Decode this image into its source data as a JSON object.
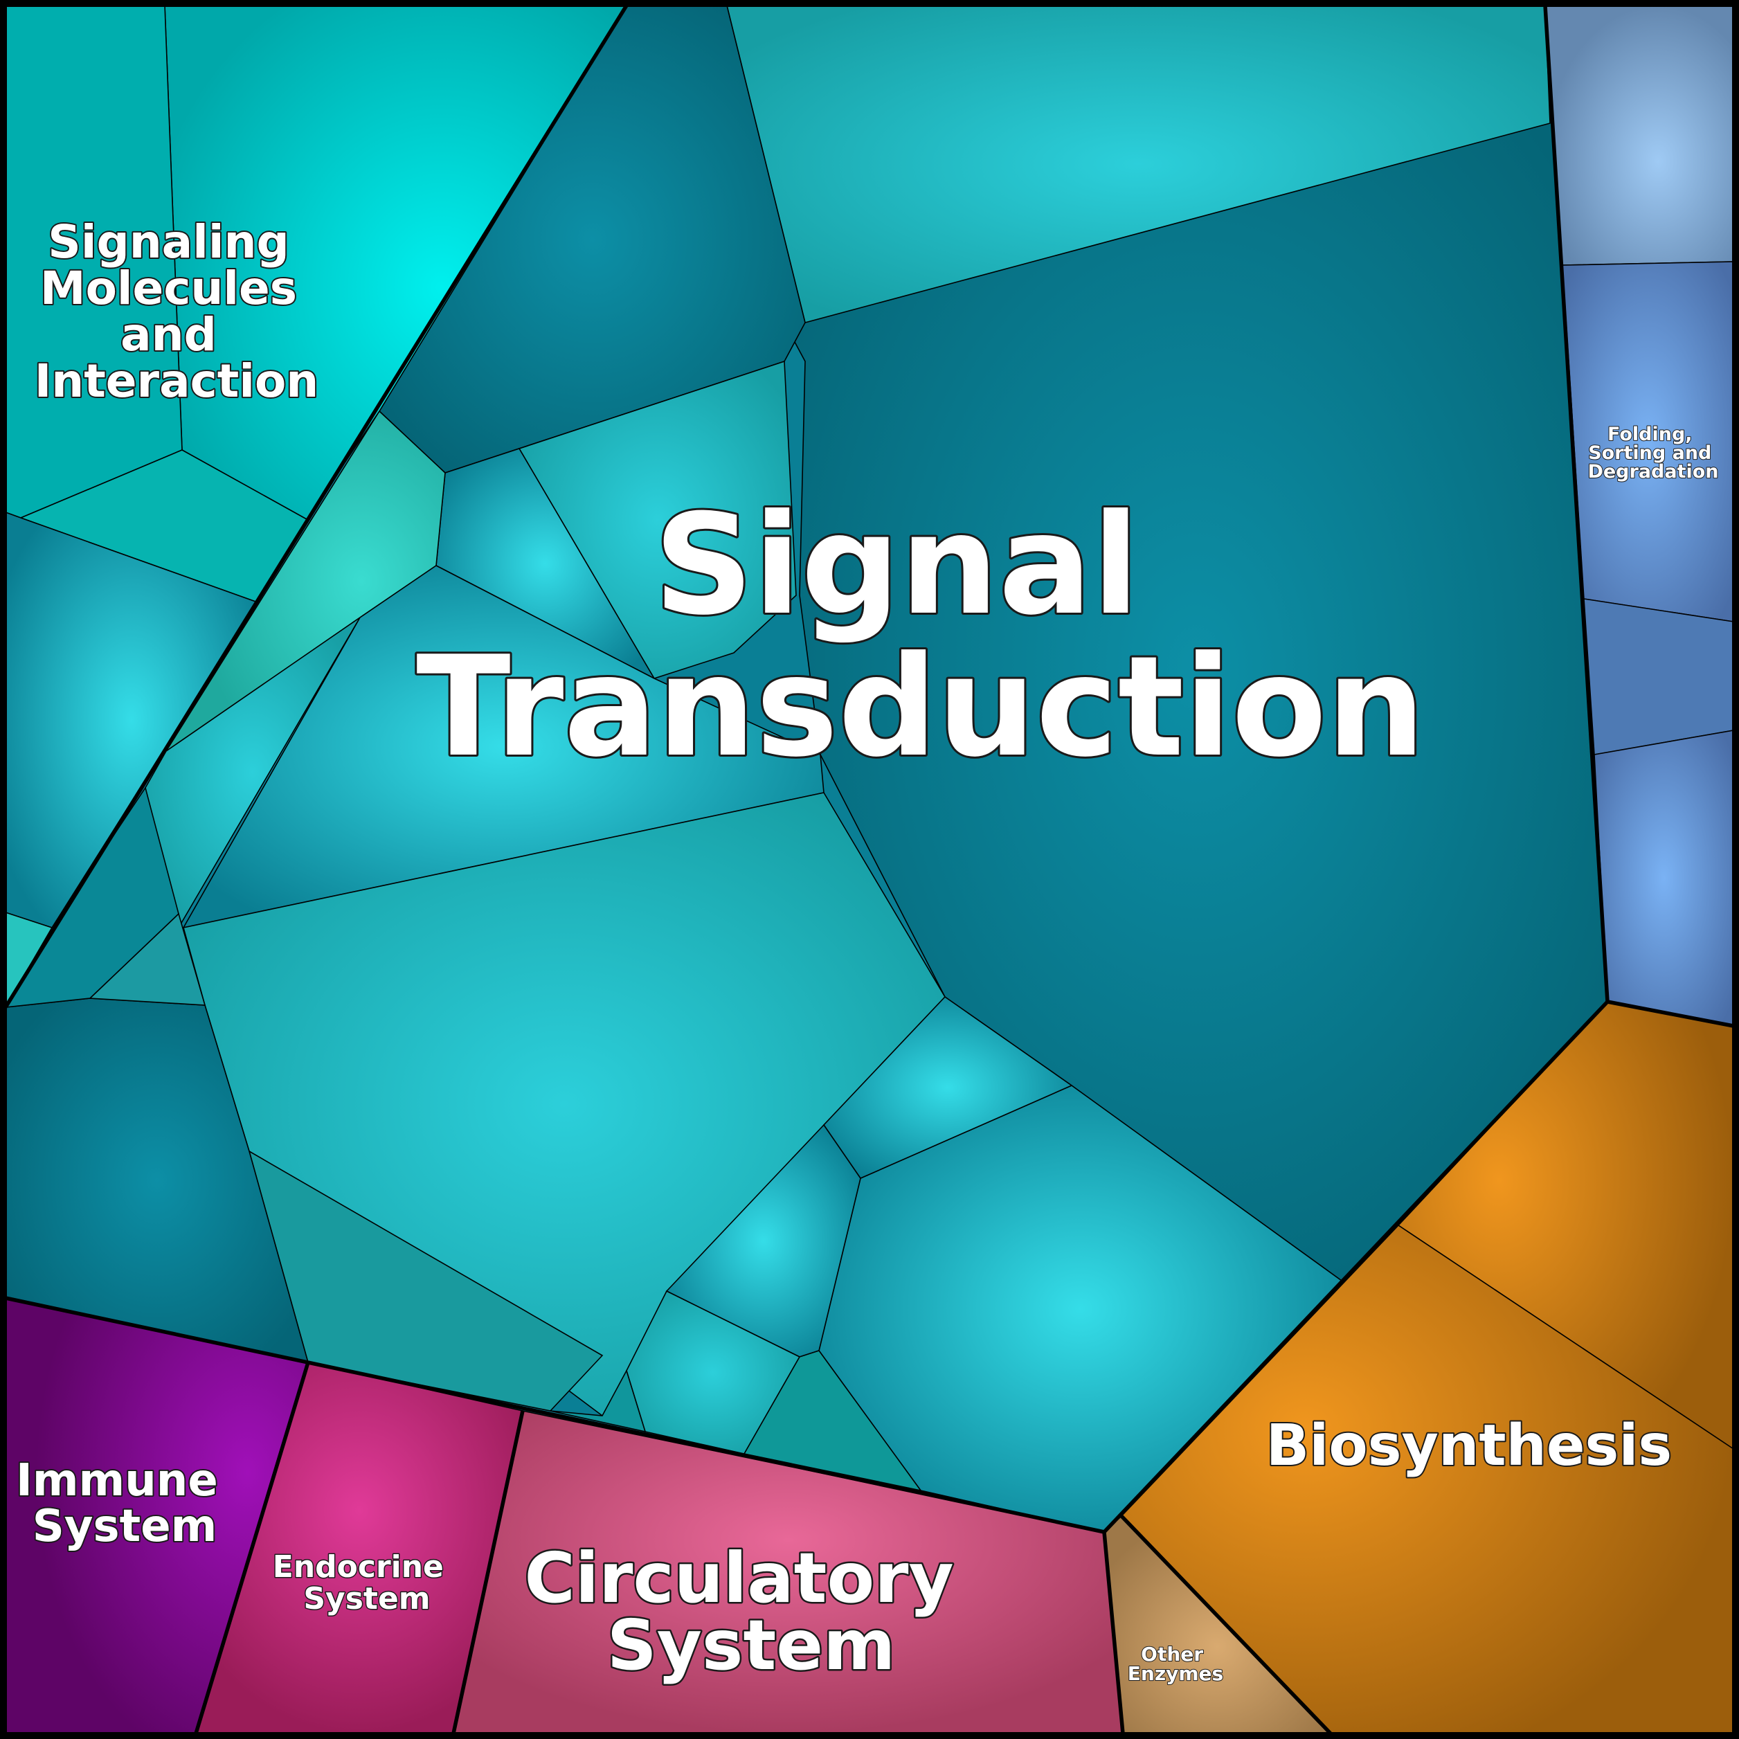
{
  "categories": [
    {
      "id": "signal-transduction",
      "label": [
        "Signal",
        "Transduction"
      ],
      "color": "#0a7f95"
    },
    {
      "id": "signaling-molecules",
      "label": [
        "Signaling",
        "Molecules",
        "and",
        "Interaction"
      ],
      "color": "#00b2b2"
    },
    {
      "id": "folding-sorting",
      "label": [
        "Folding,",
        "Sorting and",
        "Degradation"
      ],
      "color": "#5a80b8"
    },
    {
      "id": "biosynthesis",
      "label": [
        "Biosynthesis"
      ],
      "color": "#b46e12"
    },
    {
      "id": "other-enzymes",
      "label": [
        "Other",
        "Enzymes"
      ],
      "color": "#a47e55"
    },
    {
      "id": "circulatory-system",
      "label": [
        "Circulatory",
        "System"
      ],
      "color": "#b04868"
    },
    {
      "id": "endocrine-system",
      "label": [
        "Endocrine",
        "System"
      ],
      "color": "#a82060"
    },
    {
      "id": "immune-system",
      "label": [
        "Immune",
        "System"
      ],
      "color": "#72087c"
    }
  ]
}
